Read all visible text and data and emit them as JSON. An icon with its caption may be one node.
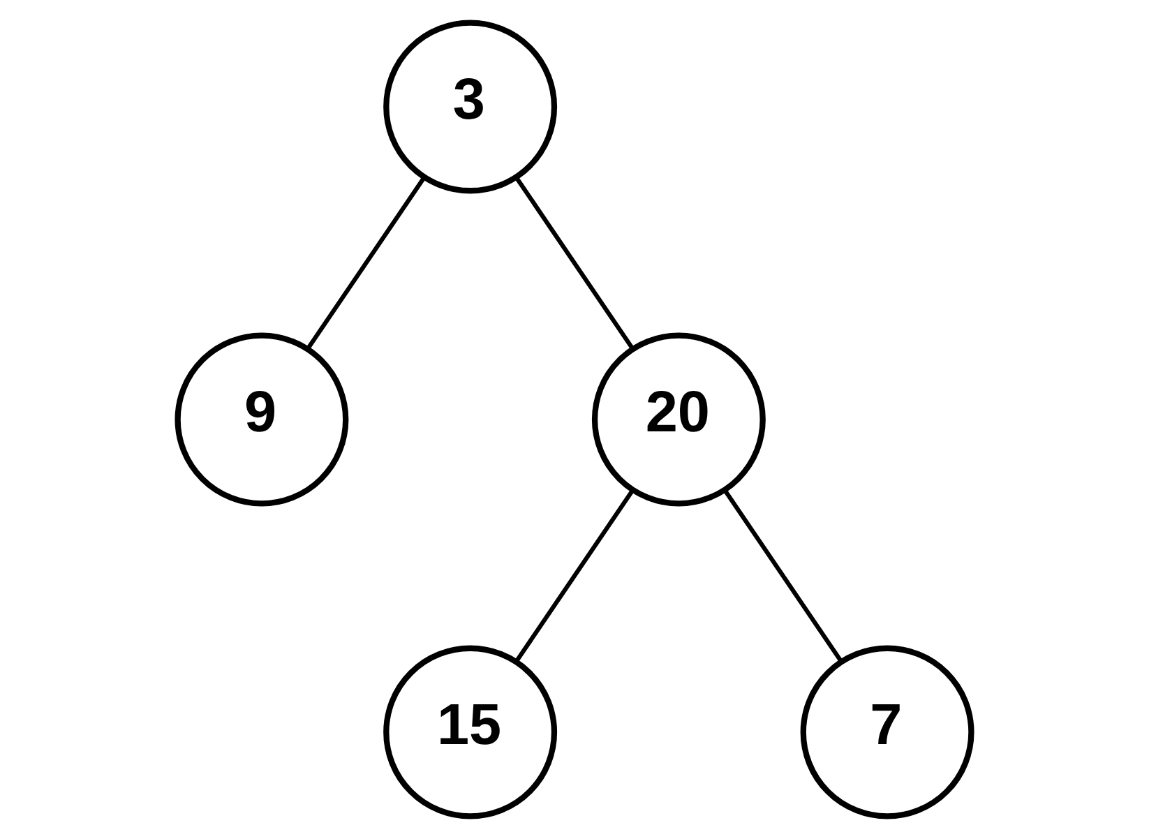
{
  "diagram": {
    "nodes": [
      {
        "text": [
          "3"
        ]
      },
      {
        "text": [
          "9"
        ]
      },
      {
        "text": [
          "20"
        ]
      },
      {
        "text": [
          "15"
        ]
      },
      {
        "text": [
          "7"
        ]
      }
    ],
    "edges": [
      {
        "from": 0,
        "to": 1,
        "arrow": "none"
      },
      {
        "from": 0,
        "to": 2,
        "arrow": "none"
      },
      {
        "from": 2,
        "to": 3,
        "arrow": "none"
      },
      {
        "from": 2,
        "to": 4,
        "arrow": "none"
      }
    ]
  }
}
